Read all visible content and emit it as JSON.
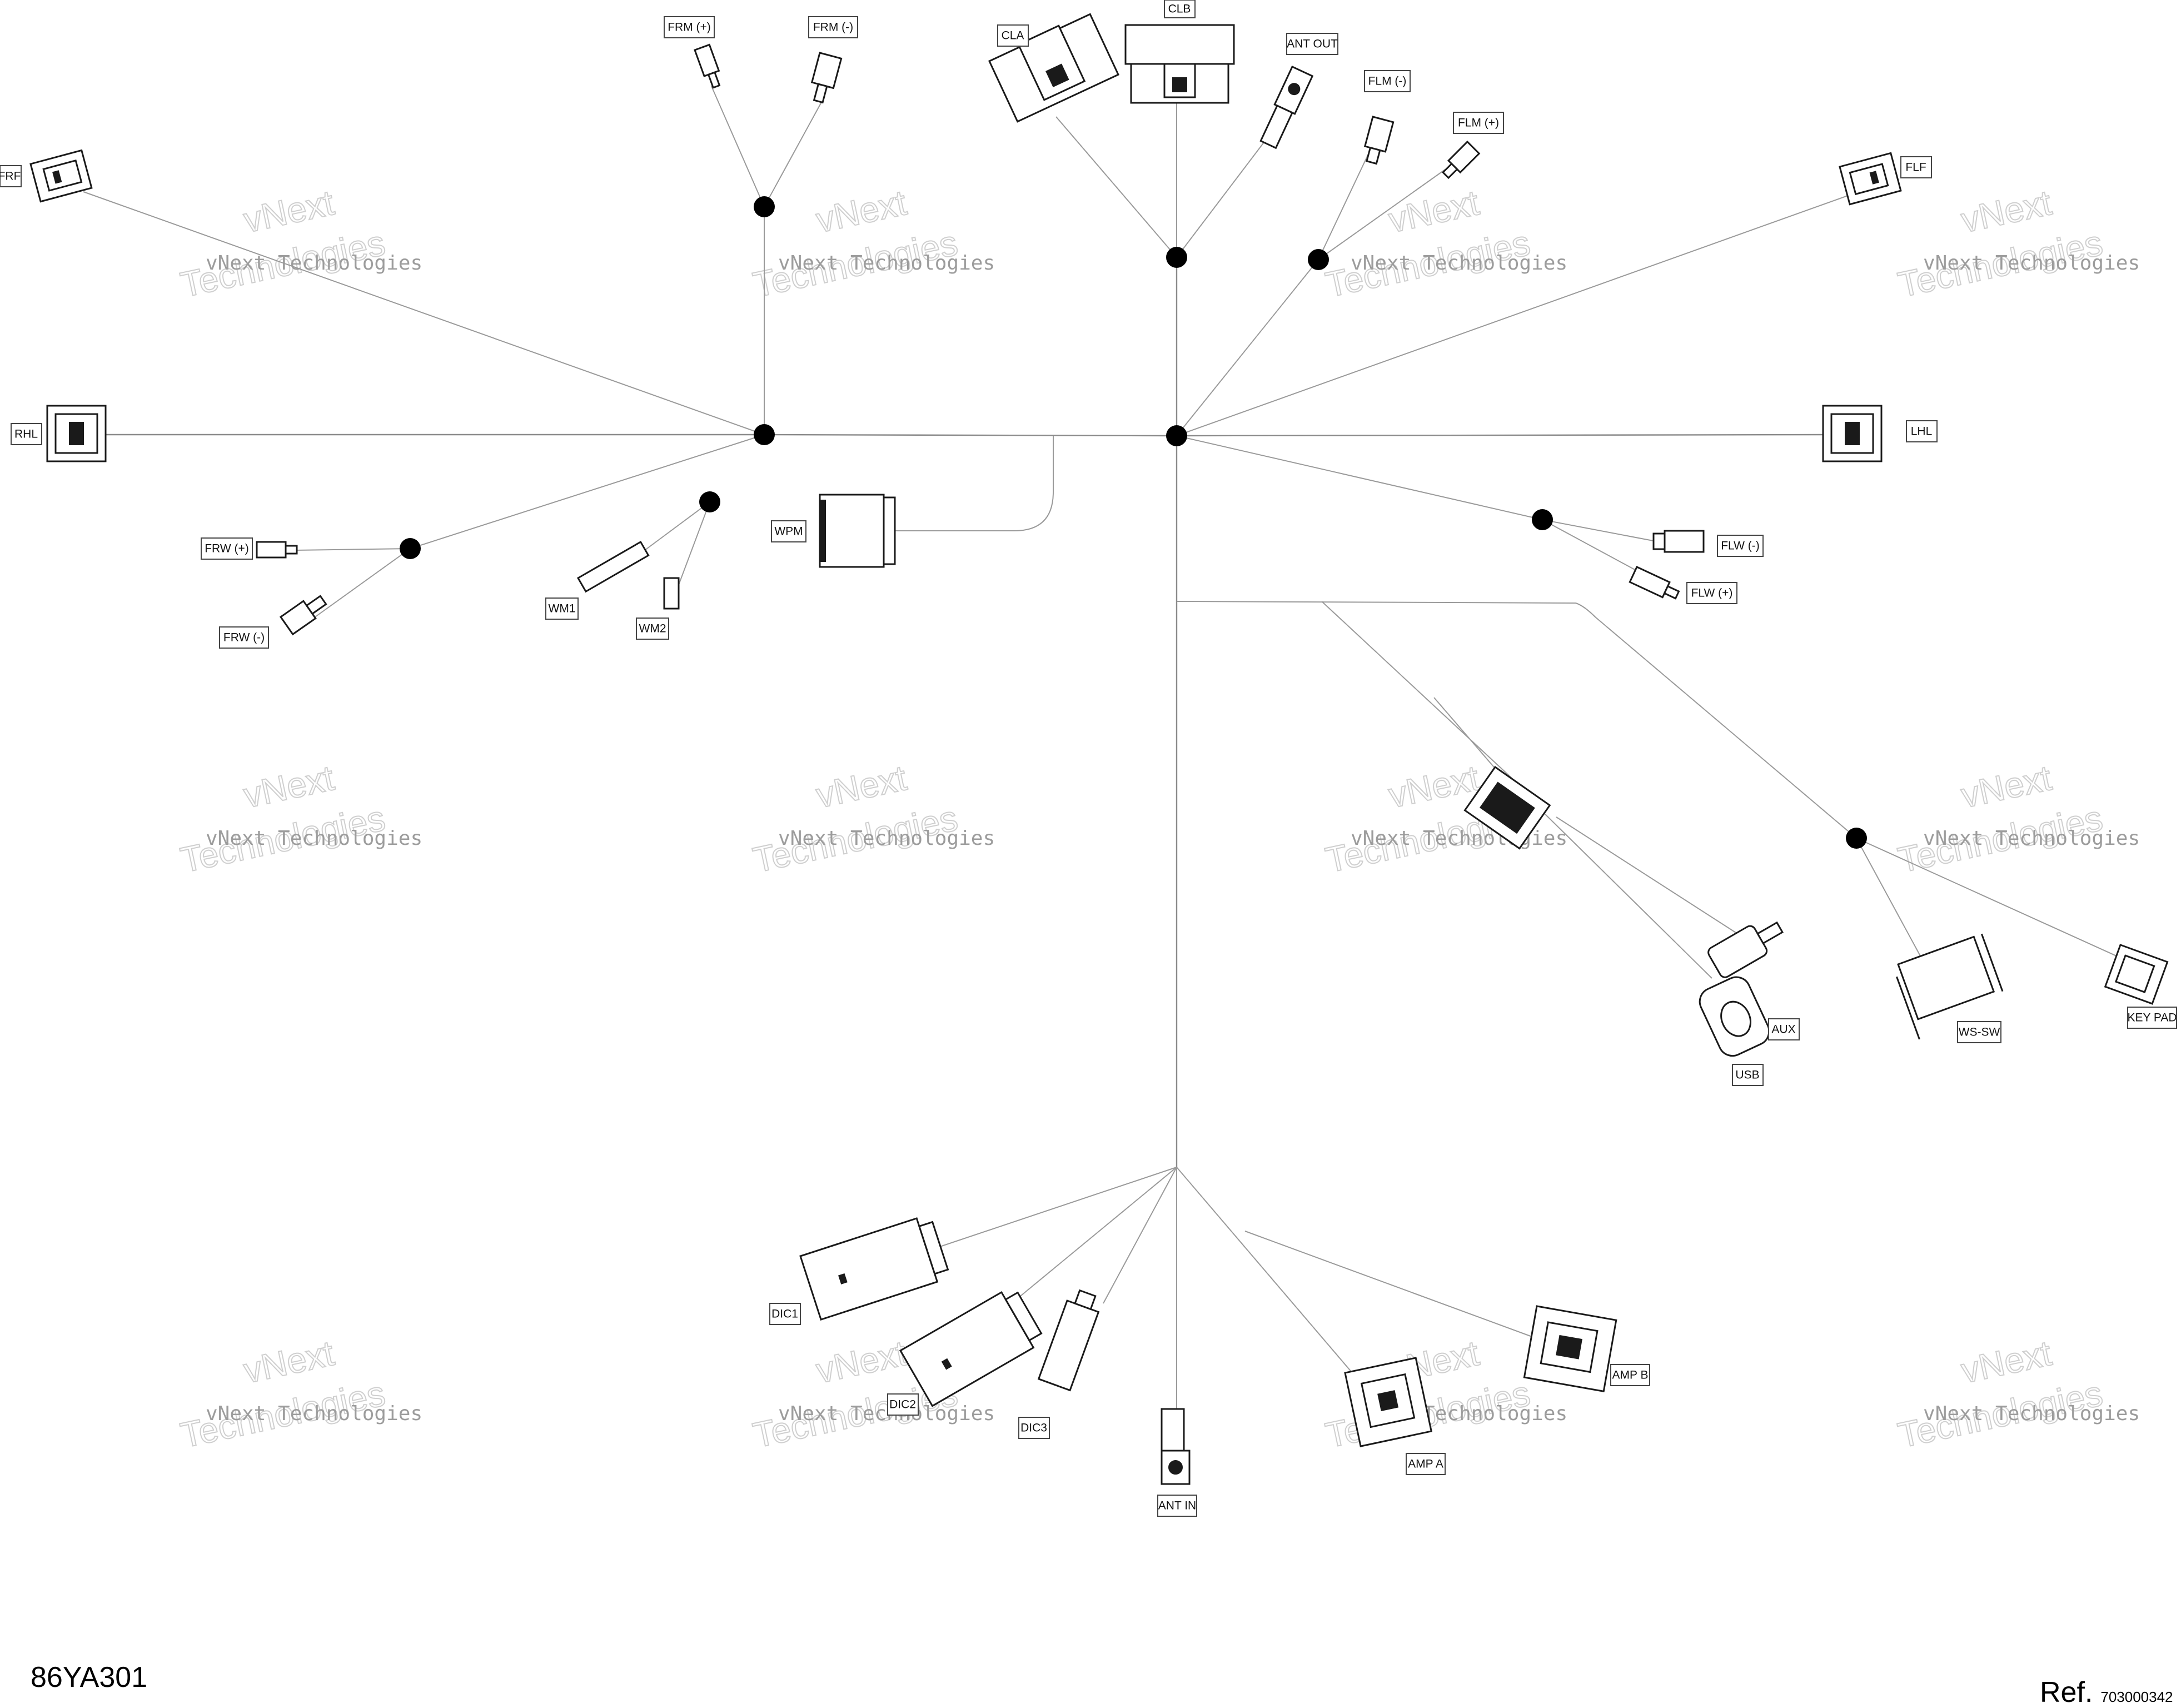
{
  "diagram": {
    "connectors": {
      "frm_plus": "FRM (+)",
      "frm_minus": "FRM (-)",
      "cla": "CLA",
      "clb": "CLB",
      "ant_out": "ANT OUT",
      "flm_minus": "FLM (-)",
      "flm_plus": "FLM (+)",
      "frf": "FRF",
      "flf": "FLF",
      "rhl": "RHL",
      "lhl": "LHL",
      "wpm": "WPM",
      "frw_plus": "FRW (+)",
      "frw_minus": "FRW (-)",
      "wm1": "WM1",
      "wm2": "WM2",
      "flw_minus": "FLW (-)",
      "flw_plus": "FLW (+)",
      "aux": "AUX",
      "usb": "USB",
      "ws_sw": "WS-SW",
      "key_pad": "KEY PAD",
      "dic1": "DIC1",
      "dic2": "DIC2",
      "dic3": "DIC3",
      "ant_in": "ANT IN",
      "amp_a": "AMP A",
      "amp_b": "AMP B"
    },
    "watermark": {
      "line1": "vNext Technologies",
      "outline1": "vNext",
      "outline2": "Technologies"
    },
    "footer": {
      "code": "86YA301",
      "ref_prefix": "Ref.",
      "ref_number": "703000342"
    }
  }
}
